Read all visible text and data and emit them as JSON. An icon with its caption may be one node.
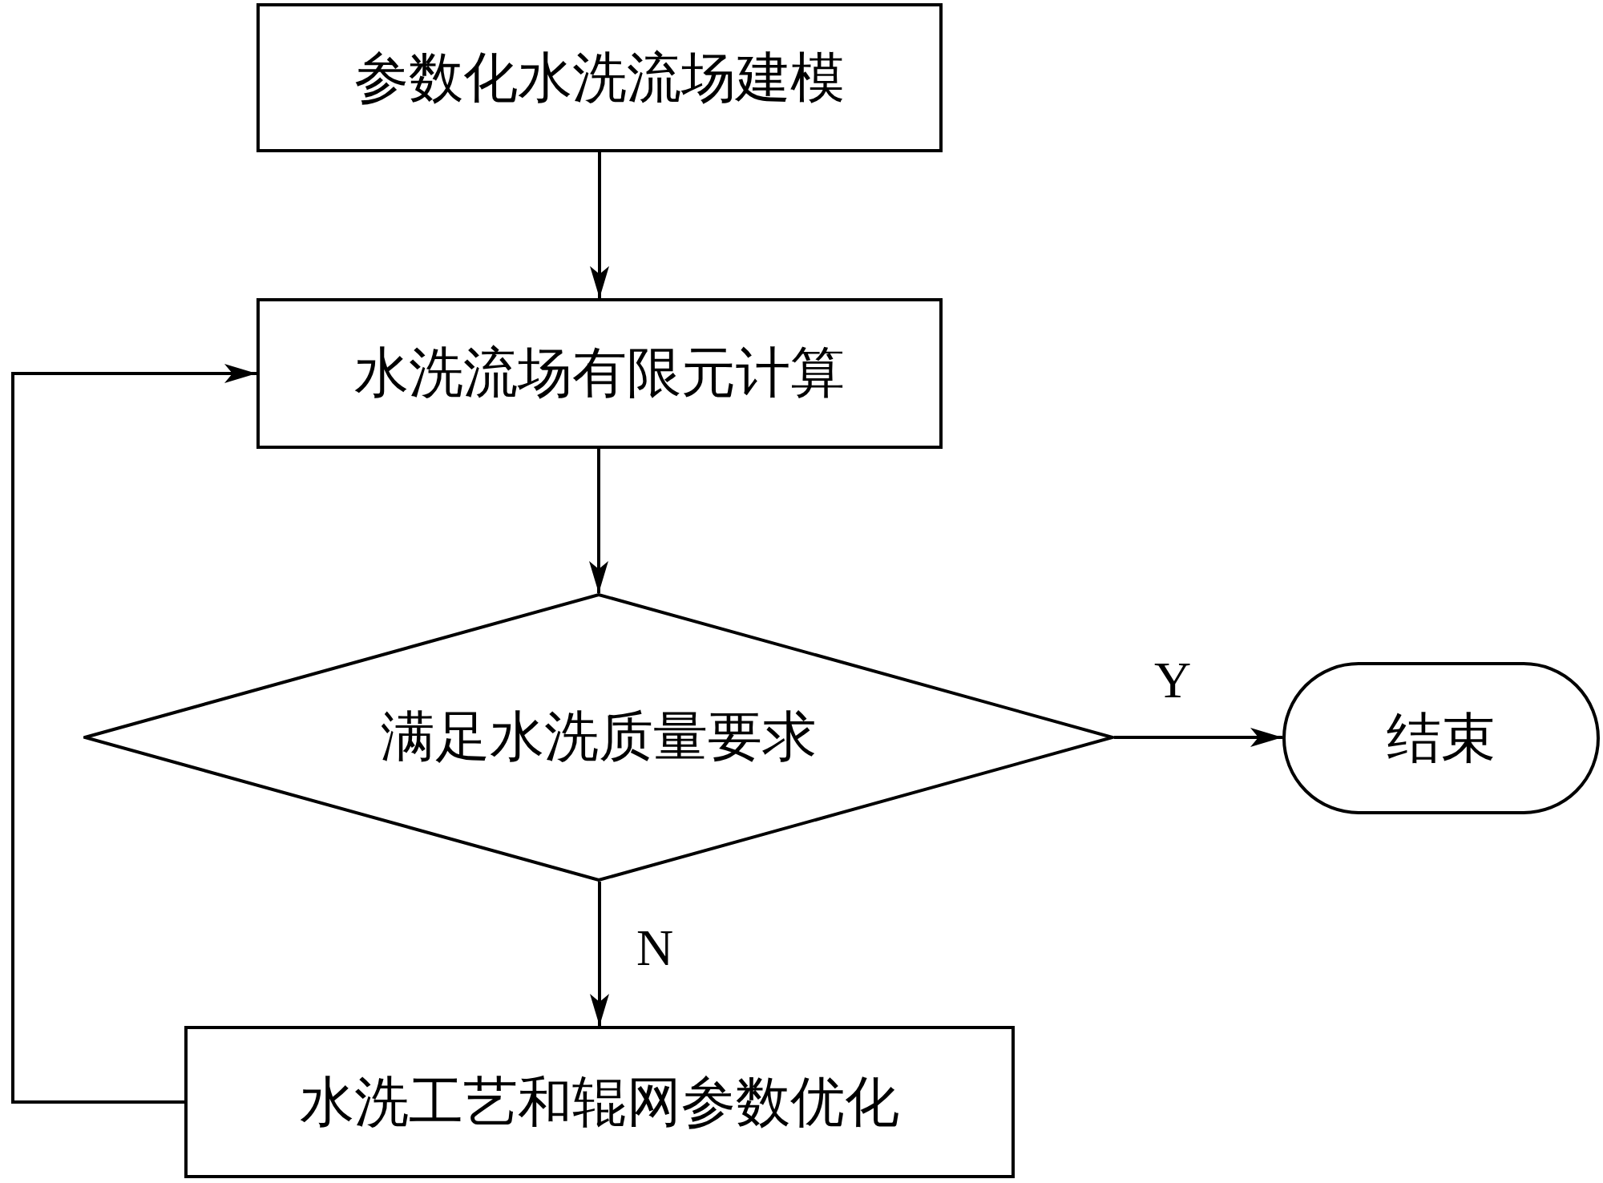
{
  "diagram": {
    "nodes": [
      {
        "text": [
          "参数化水洗流场建模"
        ]
      },
      {
        "text": [
          "水洗流场有限元计算"
        ]
      },
      {
        "text": [
          "满足水洗质量要求"
        ]
      },
      {
        "text": [
          "结束"
        ]
      },
      {
        "text": [
          "水洗工艺和辊网参数优化"
        ]
      }
    ],
    "edges": [
      {
        "from": 0,
        "to": 1,
        "arrow": "to"
      },
      {
        "from": 1,
        "to": 2,
        "arrow": "to"
      },
      {
        "from": 2,
        "to": 3,
        "arrow": "to",
        "label": "Y"
      },
      {
        "from": 2,
        "to": 4,
        "arrow": "to",
        "label": "N"
      },
      {
        "from": 4,
        "to": 1,
        "arrow": "to"
      }
    ]
  }
}
